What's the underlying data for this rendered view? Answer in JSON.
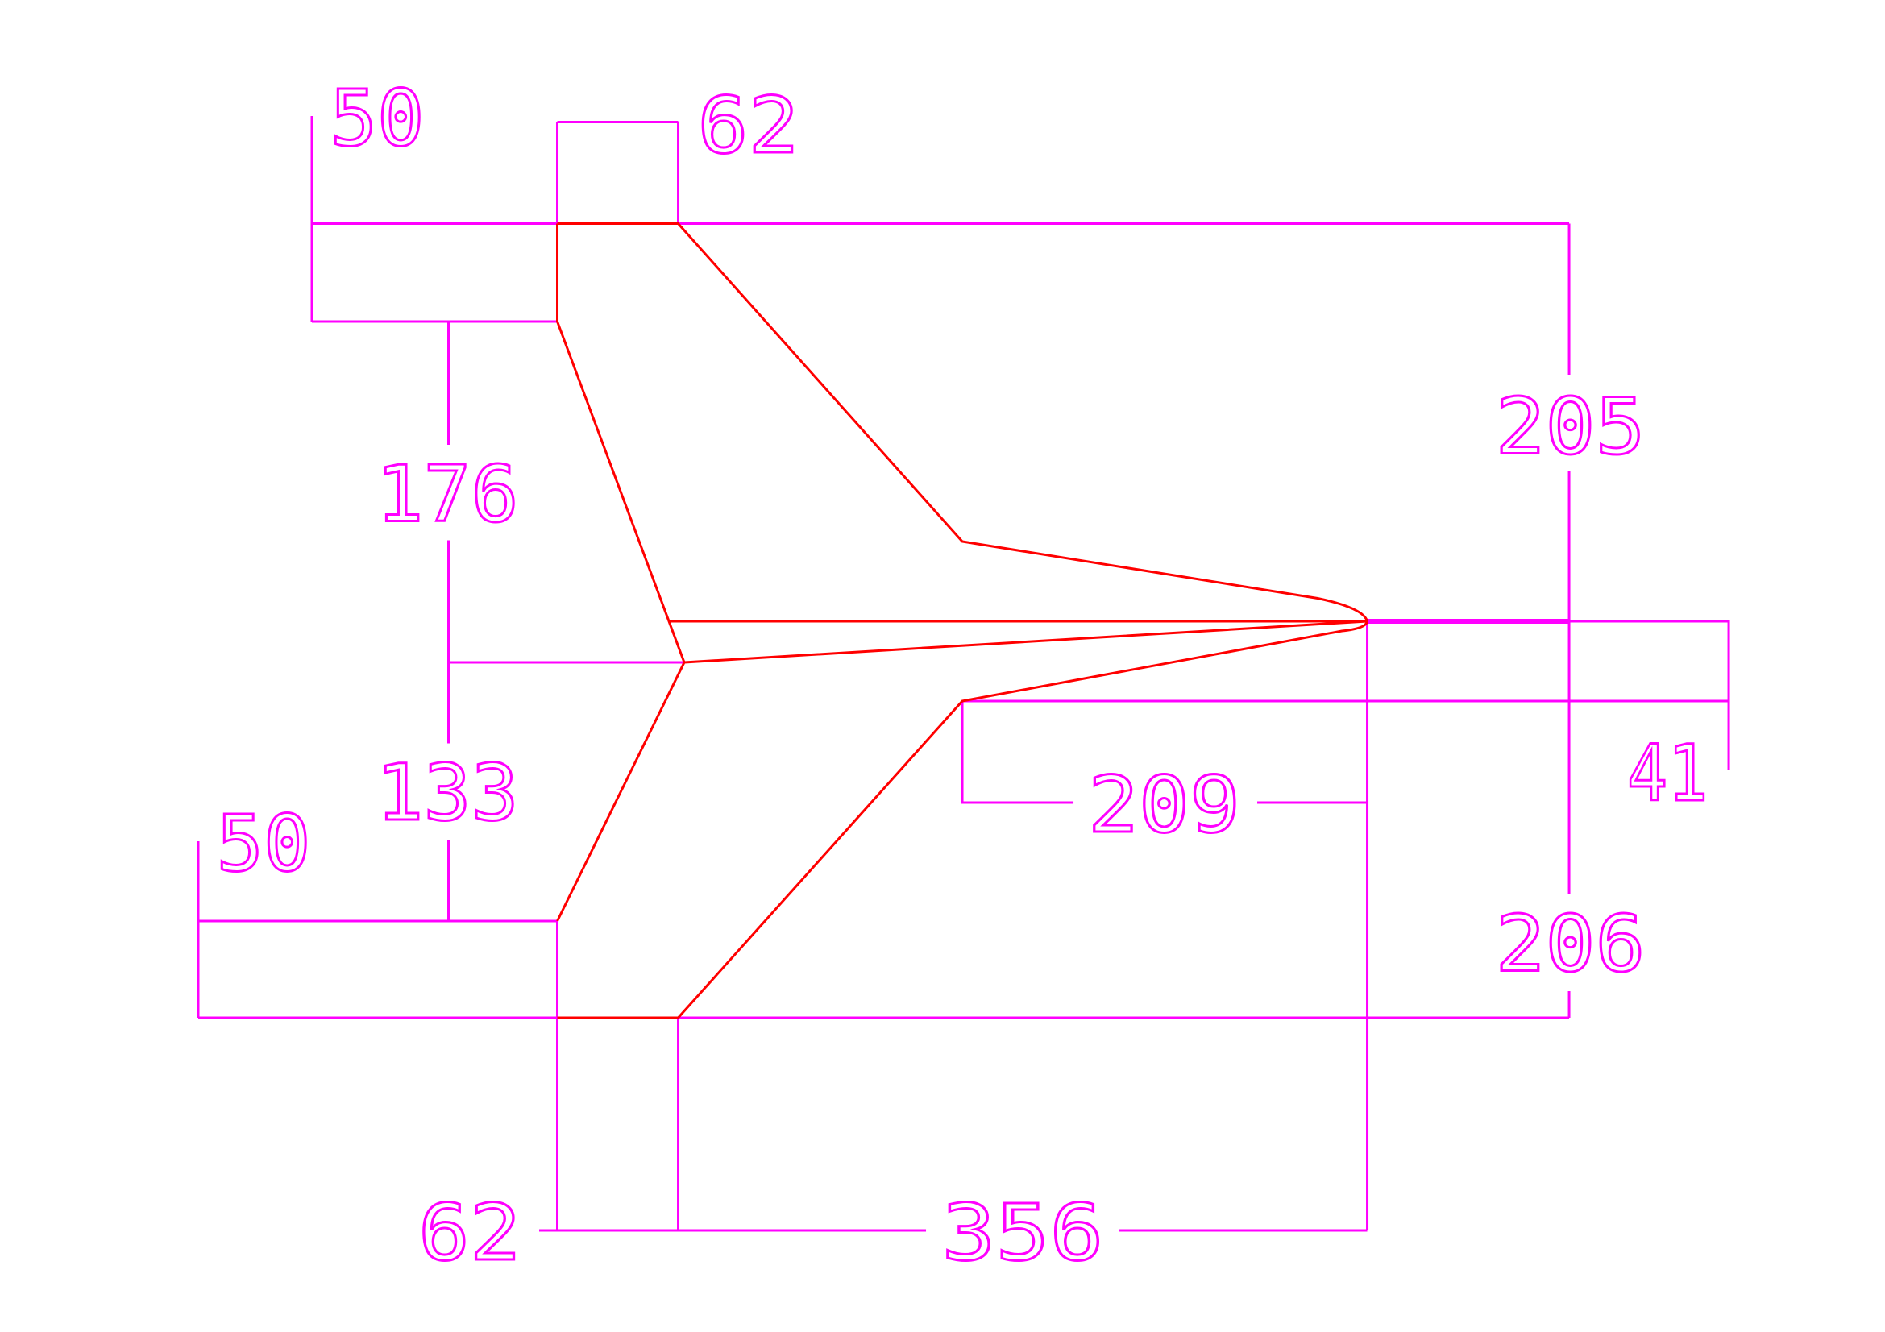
{
  "colors": {
    "dimension": "#ff00ff",
    "outline": "#ff0000",
    "background": "#ffffff"
  },
  "dimensions": {
    "top_left_flange": "50",
    "top_neck": "62",
    "right_upper_height": "205",
    "left_upper_height": "176",
    "left_lower_height": "133",
    "bottom_left_flange": "50",
    "inner_width": "209",
    "tip_offset": "41",
    "right_lower_height": "206",
    "bottom_neck": "62",
    "overall_length": "356"
  }
}
